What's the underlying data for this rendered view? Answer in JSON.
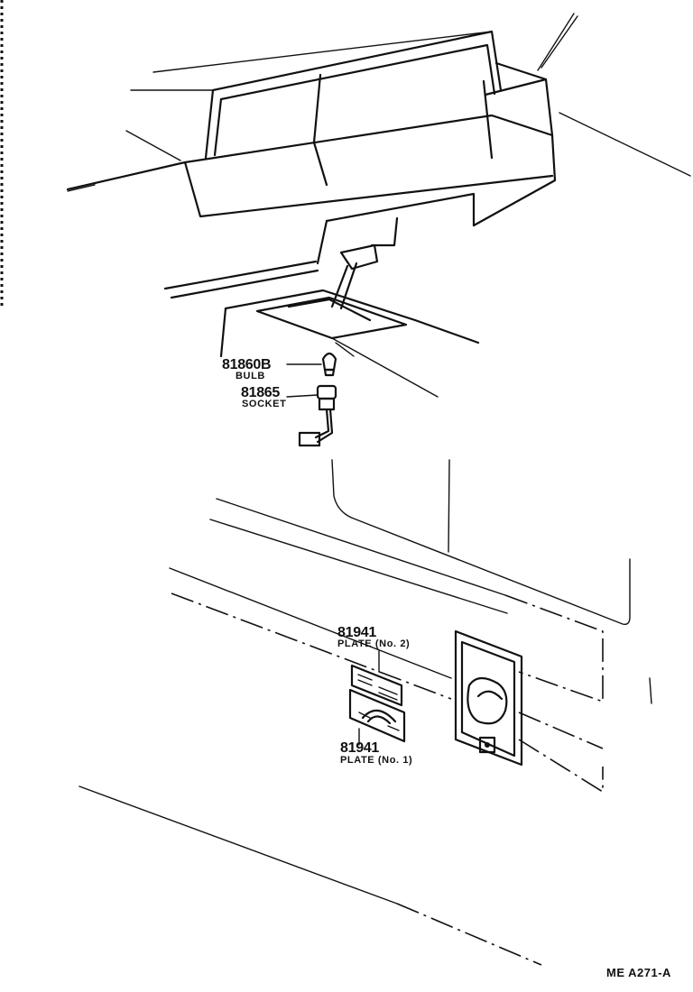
{
  "parts": [
    {
      "number": "81860B",
      "name": "BULB"
    },
    {
      "number": "81865",
      "name": "SOCKET"
    },
    {
      "number": "81941",
      "name": "PLATE (No. 2)"
    },
    {
      "number": "81941",
      "name": "PLATE (No. 1)"
    }
  ],
  "figure_code": "ME  A271-A"
}
